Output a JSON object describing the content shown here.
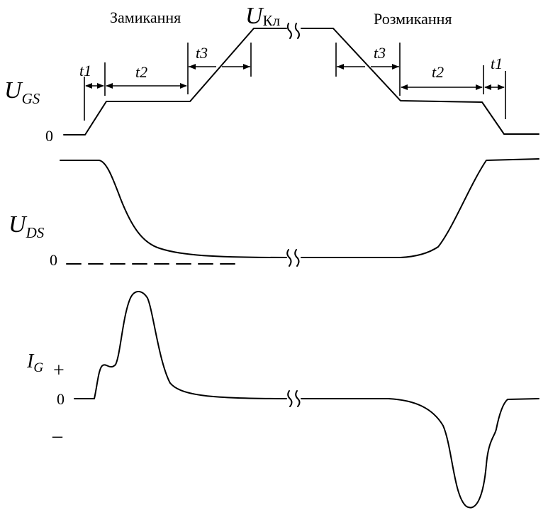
{
  "ugs": {
    "label_main": "U",
    "label_sub": "GS",
    "zero": "0",
    "header_left": "Замикання",
    "header_right": "Розмикання",
    "ukl_main": "U",
    "ukl_sub": "Кл",
    "t1_left": "t1",
    "t2_left": "t2",
    "t3_left": "t3",
    "t3_right": "t3",
    "t2_right": "t2",
    "t1_right": "t1"
  },
  "uds": {
    "label_main": "U",
    "label_sub": "DS",
    "zero": "0"
  },
  "ig": {
    "label_main": "I",
    "label_sub": "G",
    "plus": "+",
    "zero": "0",
    "minus": "–"
  },
  "colors": {
    "ink": "#000000",
    "background": "#ffffff"
  }
}
